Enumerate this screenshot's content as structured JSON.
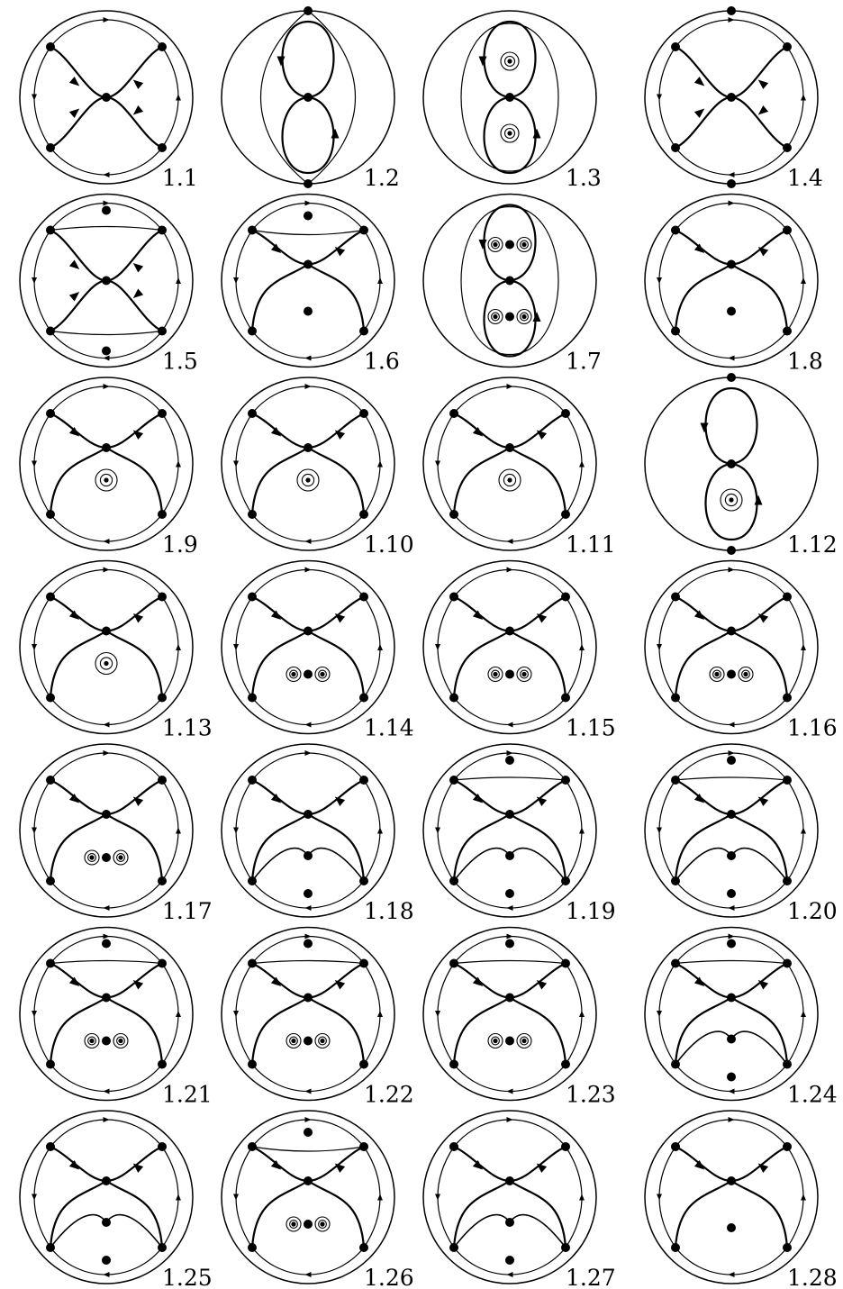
{
  "figures": [
    {
      "label": "1.1",
      "type": "cross"
    },
    {
      "label": "1.2",
      "type": "loops"
    },
    {
      "label": "1.3",
      "type": "centers"
    },
    {
      "label": "1.4",
      "type": "cross2"
    },
    {
      "label": "1.5",
      "type": "cross_triple"
    },
    {
      "label": "1.6",
      "type": "lens_stack"
    },
    {
      "label": "1.7",
      "type": "double_loops"
    },
    {
      "label": "1.8",
      "type": "bottom_node"
    },
    {
      "label": "1.9",
      "type": "focus"
    },
    {
      "label": "1.10",
      "type": "focus_sep"
    },
    {
      "label": "1.11",
      "type": "focus2"
    },
    {
      "label": "1.12",
      "type": "loop_focus"
    },
    {
      "label": "1.13",
      "type": "bottom_focus"
    },
    {
      "label": "1.14",
      "type": "pair"
    },
    {
      "label": "1.15",
      "type": "pair"
    },
    {
      "label": "1.16",
      "type": "pair"
    },
    {
      "label": "1.17",
      "type": "pair_focus"
    },
    {
      "label": "1.18",
      "type": "triple_bottom"
    },
    {
      "label": "1.19",
      "type": "top_triple_bottom"
    },
    {
      "label": "1.20",
      "type": "top_triple_bottom"
    },
    {
      "label": "1.21",
      "type": "top_triple_pair"
    },
    {
      "label": "1.22",
      "type": "top_triple_pair"
    },
    {
      "label": "1.23",
      "type": "top_triple_pair"
    },
    {
      "label": "1.24",
      "type": "top_triple_bottom"
    },
    {
      "label": "1.25",
      "type": "triple_bottom"
    },
    {
      "label": "1.26",
      "type": "lens_pair"
    },
    {
      "label": "1.27",
      "type": "triple_bottom"
    },
    {
      "label": "1.28",
      "type": "bottom_node"
    }
  ]
}
